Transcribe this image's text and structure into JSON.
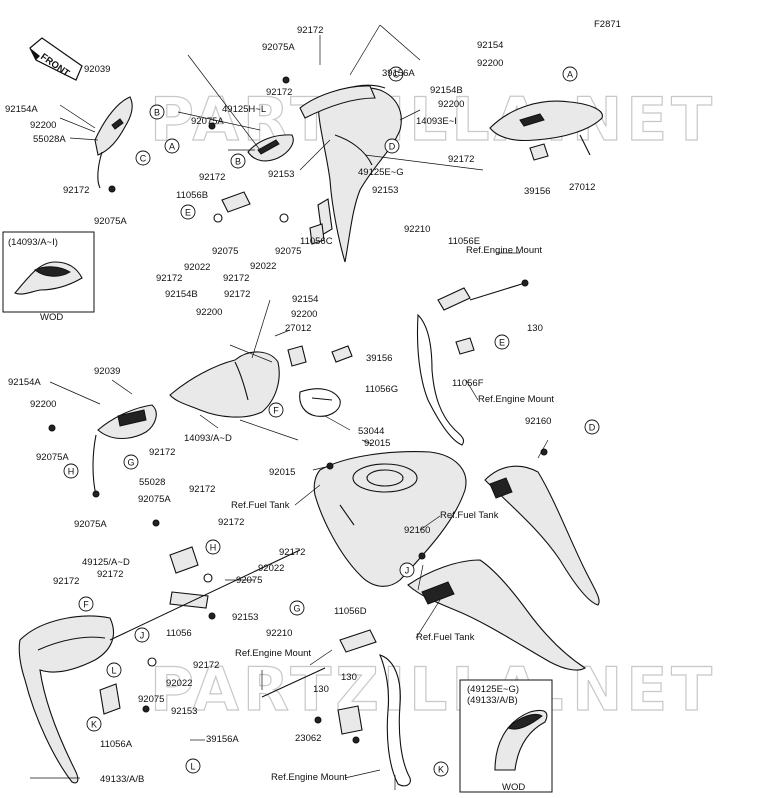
{
  "figure_code": "F2871",
  "watermark": "PARTZILLA.NET",
  "front_arrow_label": "FRONT",
  "inset_top_left": {
    "title": "(14093/A~I)",
    "caption": "WOD"
  },
  "inset_bottom_right": {
    "title_line1": "(49125E~G)",
    "title_line2": "(49133/A/B)",
    "caption": "WOD"
  },
  "refs": [
    "Ref.Engine Mount",
    "Ref.Engine Mount",
    "Ref.Fuel Tank",
    "Ref.Fuel Tank",
    "Ref.Fuel Tank",
    "Ref.Engine Mount",
    "Ref.Engine Mount"
  ],
  "callouts": [
    "A",
    "B",
    "C",
    "A",
    "B",
    "C",
    "D",
    "E",
    "F",
    "D",
    "E",
    "G",
    "H",
    "F",
    "H",
    "G",
    "J",
    "J",
    "K",
    "L",
    "K",
    "L"
  ],
  "labels": [
    "92039",
    "92154A",
    "92200",
    "55028A",
    "92172",
    "92075A",
    "92075A",
    "92172",
    "92172",
    "39156A",
    "49125H~L",
    "92075A",
    "92172",
    "92153",
    "11056B",
    "92172",
    "92022",
    "92075",
    "92172",
    "92022",
    "92075",
    "92153",
    "11056C",
    "49125E~G",
    "92154",
    "92200",
    "92154B",
    "92200",
    "14093E~I",
    "92172",
    "39156",
    "27012",
    "92210",
    "11056E",
    "130",
    "11056F",
    "92154B",
    "92172",
    "92154",
    "92200",
    "92200",
    "27012",
    "39156",
    "11056G",
    "53044",
    "14093/A~D",
    "92015",
    "92015",
    "92039",
    "92154A",
    "92200",
    "92075A",
    "92172",
    "55028",
    "92075A",
    "92160",
    "92160",
    "92172",
    "92075A",
    "92172",
    "49125/A~D",
    "92172",
    "92022",
    "92075",
    "92153",
    "11056",
    "92172",
    "92172",
    "92172",
    "92075",
    "92022",
    "92153",
    "11056A",
    "49133/A/B",
    "11056D",
    "92210",
    "130",
    "130",
    "23062",
    "39156A"
  ]
}
